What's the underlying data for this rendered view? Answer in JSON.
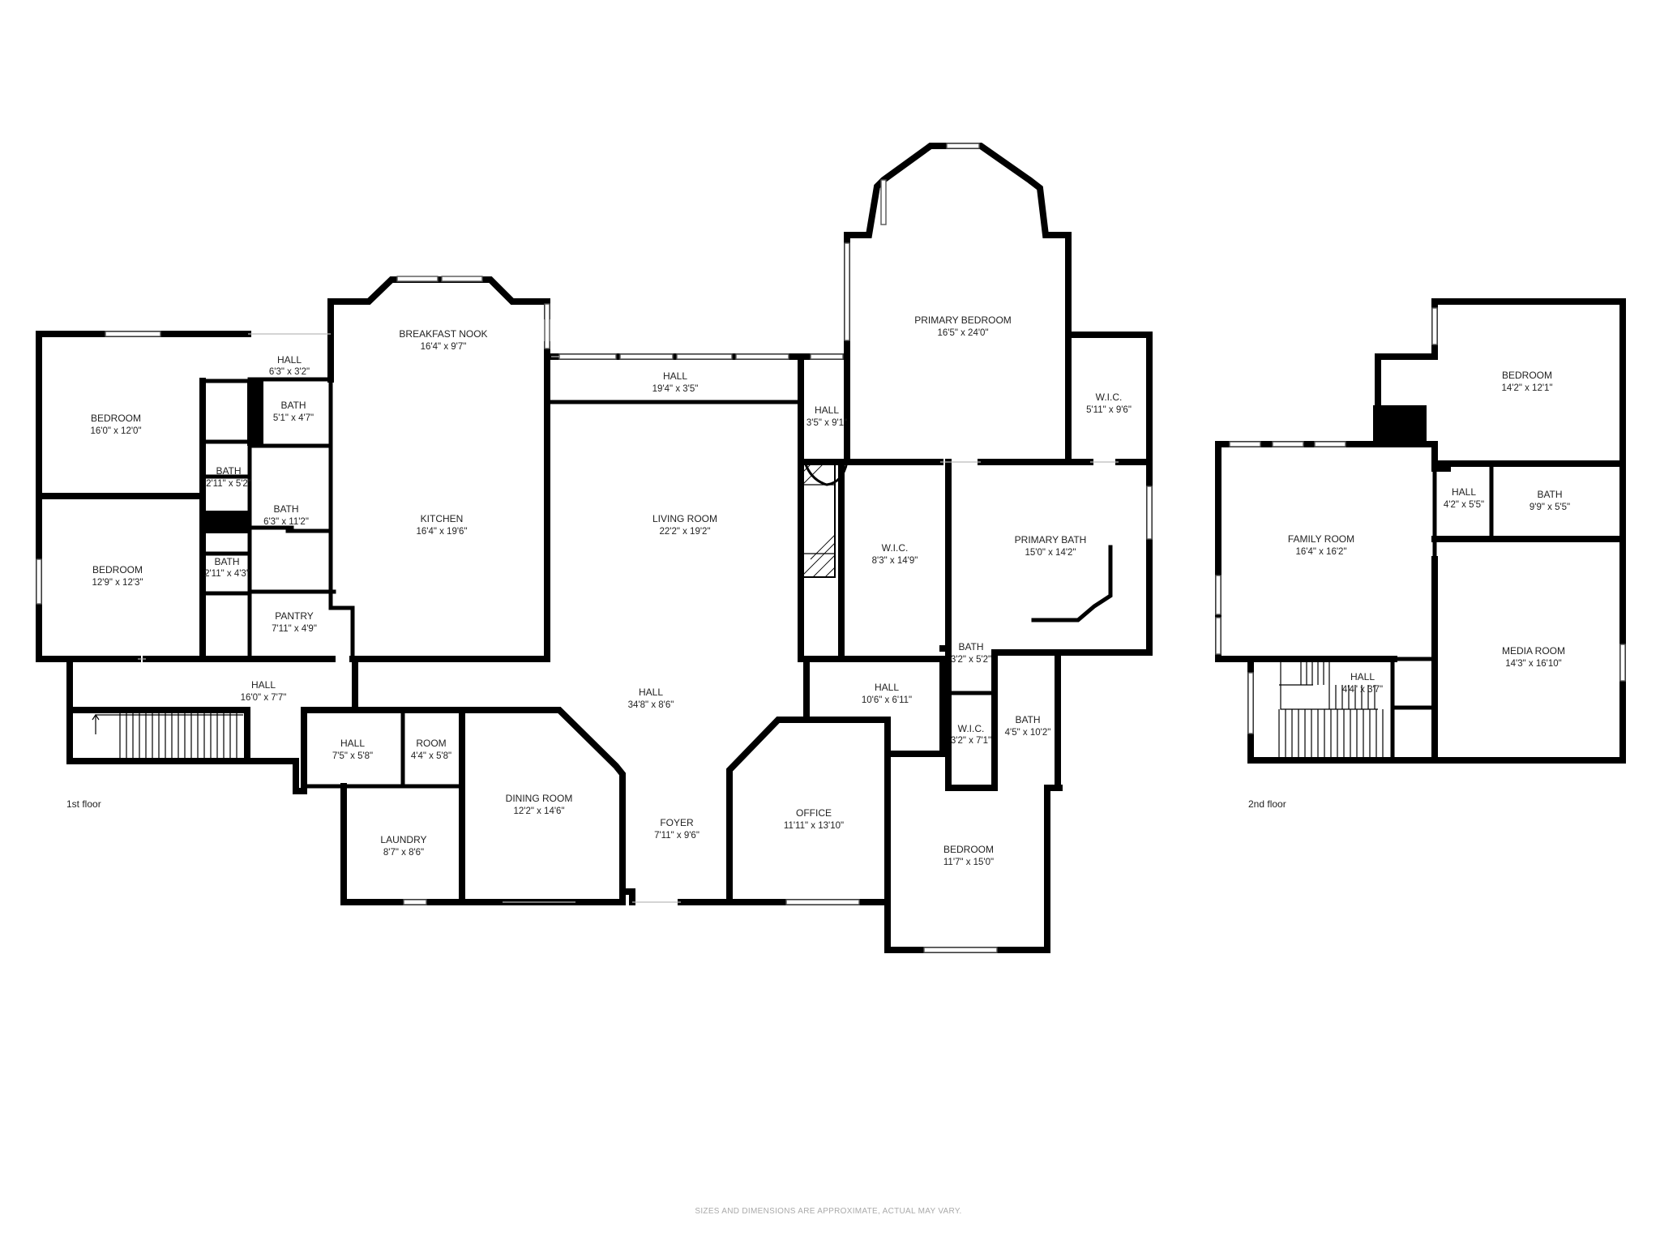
{
  "floors": {
    "first": "1st floor",
    "second": "2nd floor"
  },
  "disclaimer": "SIZES AND DIMENSIONS ARE APPROXIMATE, ACTUAL MAY VARY.",
  "rooms": [
    {
      "key": "breakfast_nook",
      "name": "BREAKFAST NOOK",
      "dims": "16'4\" x 9'7\""
    },
    {
      "key": "hall_top_left",
      "name": "HALL",
      "dims": "6'3\" x 3'2\""
    },
    {
      "key": "bedroom_1",
      "name": "BEDROOM",
      "dims": "16'0\" x 12'0\""
    },
    {
      "key": "bath_1",
      "name": "BATH",
      "dims": "5'1\" x 4'7\""
    },
    {
      "key": "bath_2",
      "name": "BATH",
      "dims": "2'11\" x 5'2\""
    },
    {
      "key": "bath_3",
      "name": "BATH",
      "dims": "6'3\" x 11'2\""
    },
    {
      "key": "bedroom_2",
      "name": "BEDROOM",
      "dims": "12'9\" x 12'3\""
    },
    {
      "key": "bath_4",
      "name": "BATH",
      "dims": "2'11\" x 4'3\""
    },
    {
      "key": "pantry",
      "name": "PANTRY",
      "dims": "7'11\" x 4'9\""
    },
    {
      "key": "kitchen",
      "name": "KITCHEN",
      "dims": "16'4\" x 19'6\""
    },
    {
      "key": "hall_living_top",
      "name": "HALL",
      "dims": "19'4\" x 3'5\""
    },
    {
      "key": "living_room",
      "name": "LIVING ROOM",
      "dims": "22'2\" x 19'2\""
    },
    {
      "key": "hall_small",
      "name": "HALL",
      "dims": "3'5\" x 9'1\""
    },
    {
      "key": "primary_bedroom",
      "name": "PRIMARY BEDROOM",
      "dims": "16'5\" x 24'0\""
    },
    {
      "key": "wic_1",
      "name": "W.I.C.",
      "dims": "5'11\" x 9'6\""
    },
    {
      "key": "wic_2",
      "name": "W.I.C.",
      "dims": "8'3\" x 14'9\""
    },
    {
      "key": "primary_bath",
      "name": "PRIMARY BATH",
      "dims": "15'0\" x 14'2\""
    },
    {
      "key": "hall_left_long",
      "name": "HALL",
      "dims": "16'0\" x 7'7\""
    },
    {
      "key": "hall_main",
      "name": "HALL",
      "dims": "34'8\" x 8'6\""
    },
    {
      "key": "hall_right",
      "name": "HALL",
      "dims": "10'6\" x 6'11\""
    },
    {
      "key": "bath_5",
      "name": "BATH",
      "dims": "3'2\" x 5'2\""
    },
    {
      "key": "wic_3",
      "name": "W.I.C.",
      "dims": "3'2\" x 7'1\""
    },
    {
      "key": "bath_6",
      "name": "BATH",
      "dims": "4'5\" x 10'2\""
    },
    {
      "key": "hall_laundry",
      "name": "HALL",
      "dims": "7'5\" x 5'8\""
    },
    {
      "key": "room",
      "name": "ROOM",
      "dims": "4'4\" x 5'8\""
    },
    {
      "key": "laundry",
      "name": "LAUNDRY",
      "dims": "8'7\" x 8'6\""
    },
    {
      "key": "dining_room",
      "name": "DINING ROOM",
      "dims": "12'2\" x 14'6\""
    },
    {
      "key": "foyer",
      "name": "FOYER",
      "dims": "7'11\" x 9'6\""
    },
    {
      "key": "office",
      "name": "OFFICE",
      "dims": "11'11\" x 13'10\""
    },
    {
      "key": "bedroom_3",
      "name": "BEDROOM",
      "dims": "11'7\" x 15'0\""
    },
    {
      "key": "bedroom_4",
      "name": "BEDROOM",
      "dims": "14'2\" x 12'1\""
    },
    {
      "key": "hall_2f_a",
      "name": "HALL",
      "dims": "4'2\" x 5'5\""
    },
    {
      "key": "bath_7",
      "name": "BATH",
      "dims": "9'9\" x 5'5\""
    },
    {
      "key": "family_room",
      "name": "FAMILY ROOM",
      "dims": "16'4\" x 16'2\""
    },
    {
      "key": "media_room",
      "name": "MEDIA ROOM",
      "dims": "14'3\" x 16'10\""
    },
    {
      "key": "hall_2f_b",
      "name": "HALL",
      "dims": "4'4\" x 3'7\""
    }
  ]
}
